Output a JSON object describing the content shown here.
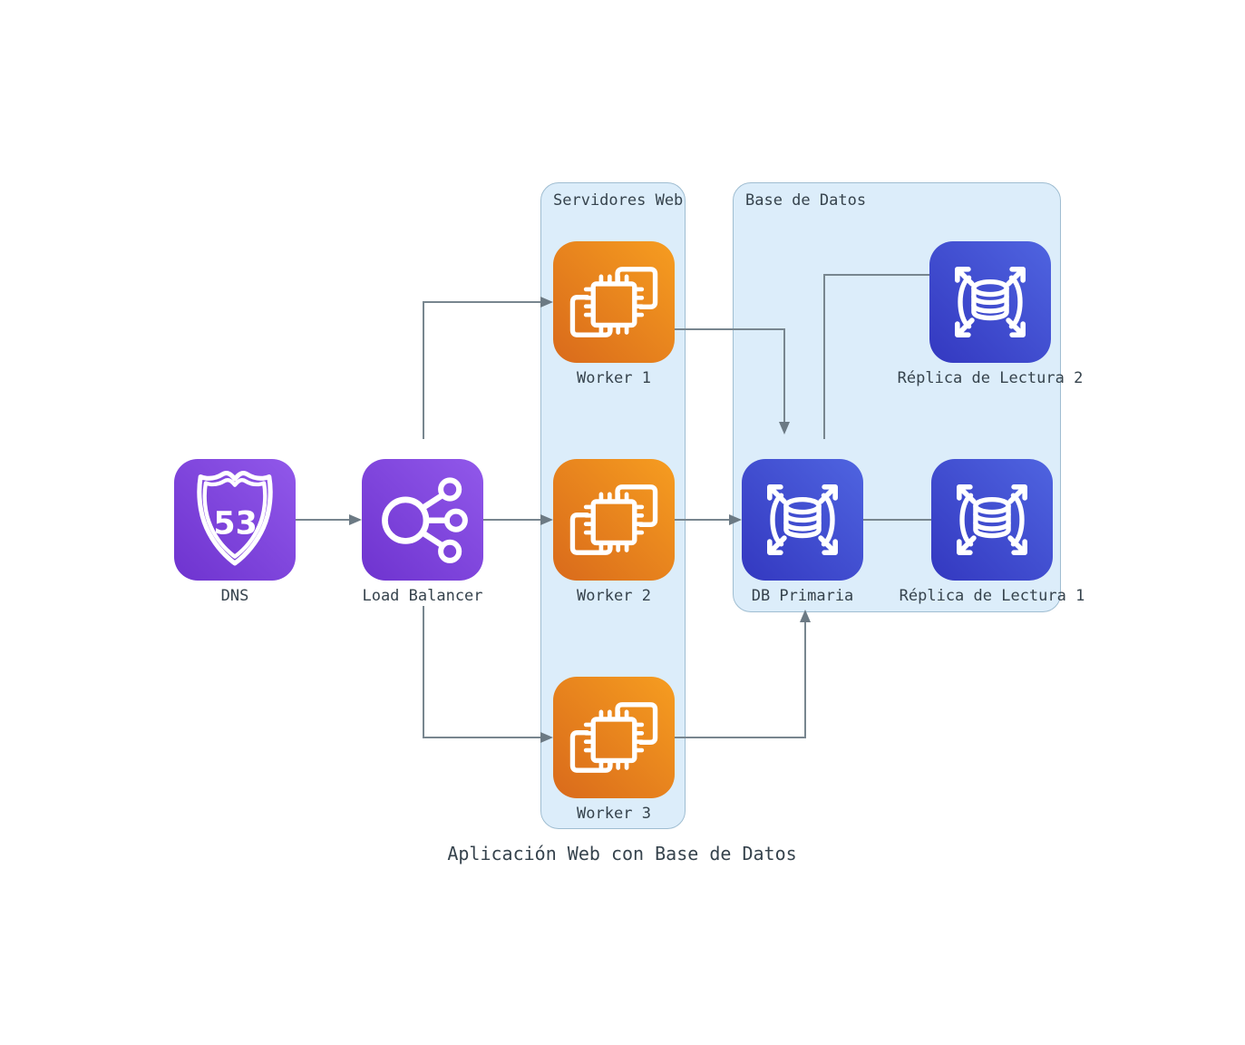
{
  "diagram": {
    "title": "Aplicación Web con Base de Datos",
    "groups": [
      {
        "id": "web-servers",
        "label": "Servidores Web"
      },
      {
        "id": "database",
        "label": "Base de Datos"
      }
    ],
    "nodes": [
      {
        "id": "dns",
        "label": "DNS",
        "icon": "route53-icon",
        "icon_text": "53"
      },
      {
        "id": "load-balancer",
        "label": "Load Balancer",
        "icon": "load-balancer-icon"
      },
      {
        "id": "worker-1",
        "label": "Worker 1",
        "icon": "ec2-instance-icon"
      },
      {
        "id": "worker-2",
        "label": "Worker 2",
        "icon": "ec2-instance-icon"
      },
      {
        "id": "worker-3",
        "label": "Worker 3",
        "icon": "ec2-instance-icon"
      },
      {
        "id": "db-primary",
        "label": "DB Primaria",
        "icon": "aurora-database-icon"
      },
      {
        "id": "read-replica-1",
        "label": "Réplica de Lectura 1",
        "icon": "aurora-database-icon"
      },
      {
        "id": "read-replica-2",
        "label": "Réplica de Lectura 2",
        "icon": "aurora-database-icon"
      }
    ],
    "edges": [
      {
        "from": "dns",
        "to": "load-balancer",
        "arrow": true
      },
      {
        "from": "load-balancer",
        "to": "worker-1",
        "arrow": true
      },
      {
        "from": "load-balancer",
        "to": "worker-2",
        "arrow": true
      },
      {
        "from": "load-balancer",
        "to": "worker-3",
        "arrow": true
      },
      {
        "from": "worker-1",
        "to": "db-primary",
        "arrow": true
      },
      {
        "from": "worker-2",
        "to": "db-primary",
        "arrow": true
      },
      {
        "from": "worker-3",
        "to": "db-primary",
        "arrow": true
      },
      {
        "from": "db-primary",
        "to": "read-replica-1",
        "arrow": false
      },
      {
        "from": "db-primary",
        "to": "read-replica-2",
        "arrow": false
      }
    ],
    "colors": {
      "background": "#ffffff",
      "group_fill": "#dcedfa",
      "group_border": "#9fbdd1",
      "wire": "#78868f",
      "text": "#36434d",
      "purple_gradient": [
        "#6e33cf",
        "#9158ea"
      ],
      "orange_gradient": [
        "#d96a1b",
        "#f69d20"
      ],
      "blue_gradient": [
        "#3338c0",
        "#4f64e0"
      ]
    }
  }
}
